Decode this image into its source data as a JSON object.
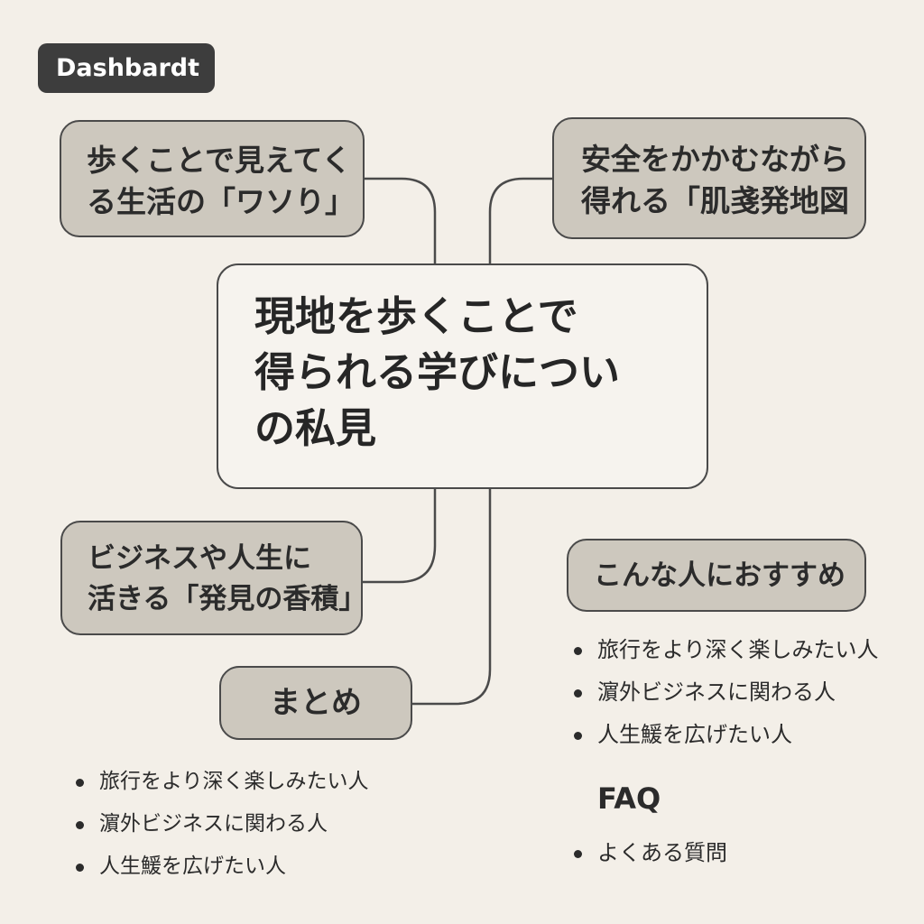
{
  "tag": {
    "label": "Dashbardt"
  },
  "center": {
    "lines": [
      "現地を歩くことで",
      "得られる学びについ",
      "の私見"
    ]
  },
  "branches": {
    "top_left": {
      "lines": [
        "歩くことで見えてく",
        "る生活の「ワソり」"
      ]
    },
    "top_right": {
      "lines": [
        "安全をかかむながら",
        "得れる「肌戔発地図"
      ]
    },
    "mid_left": {
      "lines": [
        "ビジネスや人生に",
        "活きる「発見の香積」"
      ]
    },
    "summary": {
      "label": "まとめ"
    },
    "recommend": {
      "label": "こんな人におすすめ"
    }
  },
  "summary_list": [
    "旅行をより深く楽しみたい人",
    "濵外ビジネスに関わる人",
    "人生鰀を広げたい人"
  ],
  "recommend_list": [
    "旅行をより深く楽しみたい人",
    "濵外ビジネスに関わる人",
    "人生鰀を広げたい人"
  ],
  "faq": {
    "heading": "FAQ",
    "items": [
      "よくある質問"
    ]
  },
  "colors": {
    "background": "#f3efe8",
    "node_fill": "#cdc8be",
    "center_fill": "#f6f3ee",
    "stroke": "#4a4a4a",
    "tag_fill": "#3d3d3d"
  }
}
